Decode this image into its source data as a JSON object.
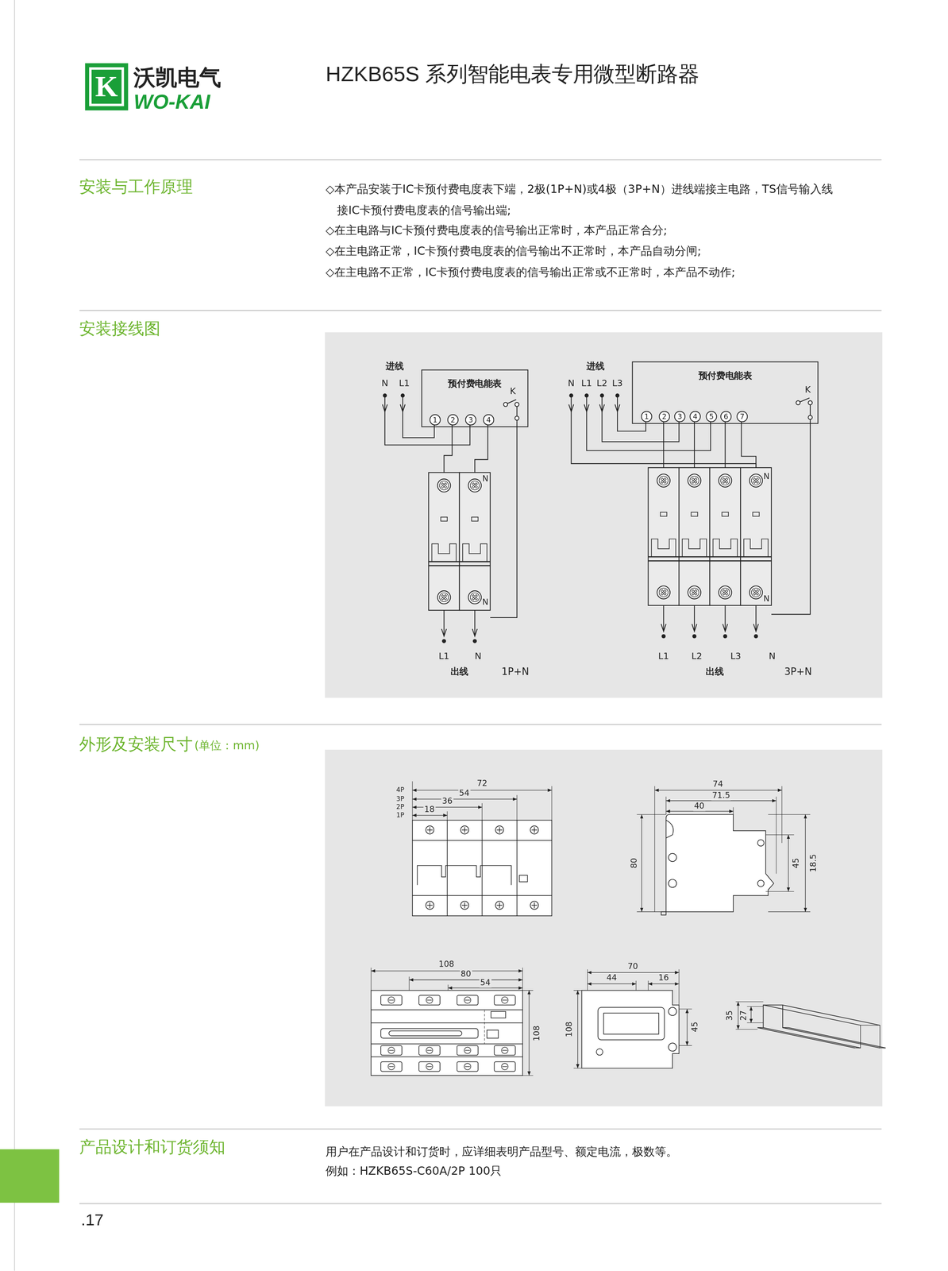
{
  "diagram": {
    "title": "HZKB65S 系列智能电表专用微型断路器",
    "nodes": [
      {
        "text": [
          "K"
        ]
      },
      {
        "text": [
          "预付费电能表"
        ]
      },
      {
        "text": [
          "1"
        ],
        "in": 1
      },
      {
        "text": [
          "2"
        ],
        "in": 1
      },
      {
        "text": [
          "3"
        ],
        "in": 1
      },
      {
        "text": [
          "4"
        ],
        "in": 1
      },
      {
        "text": [
          "预付费电能表"
        ]
      },
      {
        "text": [
          "1"
        ],
        "in": 6
      },
      {
        "text": [
          "2"
        ],
        "in": 6
      },
      {
        "text": [
          "3"
        ],
        "in": 6
      },
      {
        "text": [
          "4"
        ],
        "in": 6
      },
      {
        "text": [
          "5"
        ],
        "in": 6
      },
      {
        "text": [
          "6"
        ],
        "in": 6
      },
      {
        "text": [
          "7"
        ],
        "in": 6
      }
    ],
    "labels": [
      "沃凯电气",
      "WO-KAI",
      "安装与工作原理",
      "◇本产品安装于IC卡预付费电度表下端，2极(1P+N)或4极（3P+N）进线端接主电路，TS信号输入线 接IC卡预付费电度表的信号输出端;",
      "◇在主电路与IC卡预付费电度表的信号输出正常时，本产品正常合分;",
      "◇在主电路正常，IC卡预付费电度表的信号输出不正常时，本产品自动分闸;",
      "◇在主电路不正常，IC卡预付费电度表的信号输出正常或不正常时，本产品不动作;",
      "安装接线图",
      "进线",
      "N",
      "L1",
      "K",
      "N",
      "N",
      "L1",
      "N",
      "出线",
      "1P+N",
      "进线",
      "N",
      "L1",
      "L2",
      "L3",
      "K",
      "N",
      "N",
      "L1",
      "L2",
      "L3",
      "N",
      "出线",
      "3P+N",
      "外形及安装尺寸",
      "(单位：mm)",
      "4P",
      "3P",
      "2P",
      "1P",
      "72",
      "54",
      "36",
      "18",
      "74",
      "71.5",
      "40",
      "80",
      "45",
      "18.5",
      "108",
      "80",
      "54",
      "108",
      "70",
      "44",
      "16",
      "108",
      "45",
      "35",
      "27",
      "产品设计和订货须知",
      "用户在产品设计和订货时，应详细表明产品型号、额定电流，极数等。",
      "例如：HZKB65S-C60A/2P 100只",
      ".17"
    ]
  }
}
